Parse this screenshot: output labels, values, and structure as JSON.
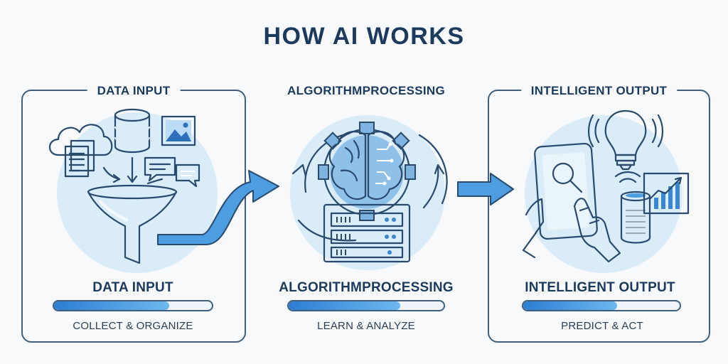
{
  "title": "HOW AI WORKS",
  "stages": [
    {
      "frame_label": "DATA INPUT",
      "sub_title": "DATA INPUT",
      "caption": "COLLECT & ORGANIZE",
      "progress": 0.73,
      "icons": [
        "cloud-icon",
        "documents-icon",
        "database-icon",
        "image-icon",
        "chat-bubbles-icon",
        "funnel-icon"
      ]
    },
    {
      "frame_label": "ALGORITHMPROCESSING",
      "sub_title": "ALGORITHMPROCESSING",
      "caption": "LEARN & ANALYZE",
      "progress": 0.72,
      "icons": [
        "brain-icon",
        "gear-icon",
        "server-icon",
        "cycle-arrows-icon"
      ]
    },
    {
      "frame_label": "INTELLIGENT OUTPUT",
      "sub_title": "INTELLIGENT OUTPUT",
      "caption": "PREDICT & ACT",
      "progress": 0.6,
      "icons": [
        "lightbulb-icon",
        "tablet-search-icon",
        "robot-hand-icon",
        "smart-speaker-icon",
        "growth-chart-icon"
      ]
    }
  ],
  "colors": {
    "accent": "#2d7dd2",
    "accent_light": "#6db8ee",
    "outline": "#2a4a6d",
    "circle_bg": "#d9ecf8",
    "title_text": "#1c3a5c"
  }
}
